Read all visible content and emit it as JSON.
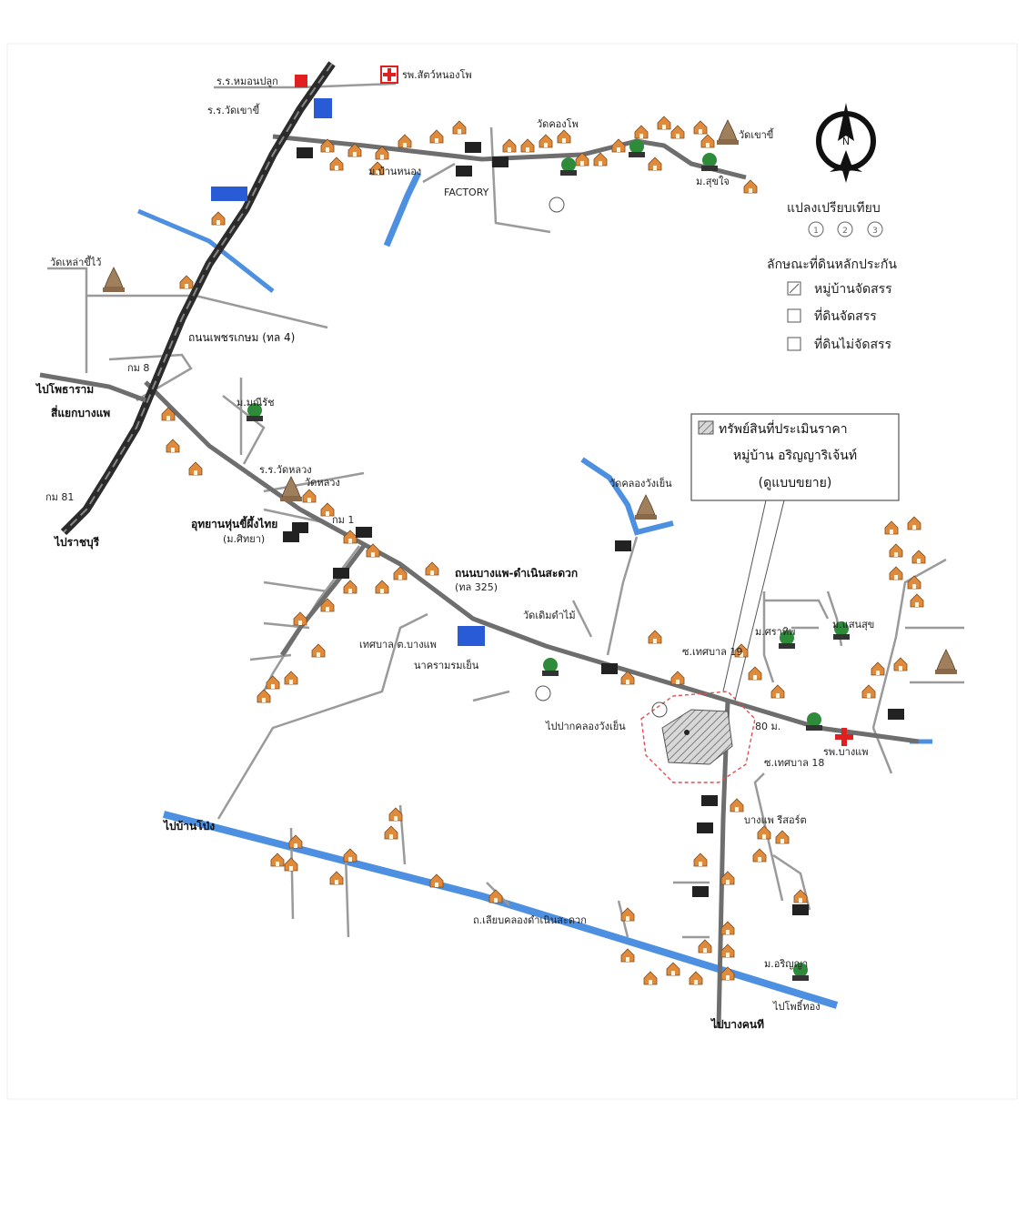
{
  "colors": {
    "road_main": "#2b2b2b",
    "road_secondary": "#6e6e6e",
    "road_minor": "#8c8c8c",
    "river": "#4d8fe0",
    "house": "#e08a3c",
    "temple": "#8a6a4a",
    "tree": "#2e8b3a",
    "hospital": "#e02020",
    "building_blue": "#2a5bd7",
    "subject_hatch": "#777777",
    "subject_boundary": "#e05050"
  },
  "legend": {
    "north_label": "N",
    "compare_title": "แปลงเปรียบเทียบ",
    "compare_markers": [
      "1",
      "2",
      "3"
    ],
    "land_type_title": "ลักษณะที่ดินหลักประกัน",
    "land_types": [
      "หมู่บ้านจัดสรร",
      "ที่ดินจัดสรร",
      "ที่ดินไม่จัดสรร"
    ]
  },
  "callout": {
    "line1": "ทรัพย์สินที่ประเมินราคา",
    "line2": "หมู่บ้าน อริญญาริเจ้นท์",
    "line3": "(ดูแบบขยาย)"
  },
  "labels": {
    "top_school": "ร.ร.หมอนปลูก",
    "clinic_top": "รพ.สัตว์หนองโพ",
    "wat_khao": "ร.ร.วัดเขาขี้",
    "village_ban_nong": "ม.บ้านหนอง",
    "factory": "FACTORY",
    "temple_right": "วัดเขาขี้",
    "village_sutjai": "ม.สุขใจ",
    "wat_top_right": "วัดคองโพ",
    "temple_left": "วัดเหล่าขี้ไว้",
    "to_photharam": "ไปโพธาราม",
    "sinob": "สี่แยกบางแพ",
    "km8": "กม 8",
    "petchkasem": "ถนนเพชรเกษม (ทล 4)",
    "to_ratchaburi": "ไปราชบุรี",
    "km81": "กม 81",
    "wat_luang_school": "ร.ร.วัดหลวง",
    "wat_luang": "วัดหลวง",
    "udyan": "อุทยานหุ่นขี้ผึ้งไทย",
    "udyan_sub": "(ม.ศิทยา)",
    "km1": "กม 1",
    "bangpae_road": "ถนนบางแพ-ดำเนินสะดวก",
    "bangpae_road_sub": "(ทล 325)",
    "wat_klong_wangyen": "วัดคลองวังเย็น",
    "wat_tham": "วัดเดิมดำไม้",
    "municipality": "เทศบาล ต.บางแพ",
    "nakhon_rom_yen": "นาครามรมเย็น",
    "soi_tesaban19": "ซ.เทศบาล 19",
    "soi_tesaban18": "ซ.เทศบาล 18",
    "to_pak_klong": "ไปปากคลองวังเย็น",
    "hospital_bangpae": "รพ.บางแพ",
    "km80": "80 ม.",
    "bangpae_resort": "บางแพ รีสอร์ต",
    "to_ban_pong": "ไปบ้านโป่ง",
    "canal_damnoen": "ถ.เลียบคลองดำเนินสะดวก",
    "village_arinya": "ม.อริญญา",
    "to_bang_khon": "ไปบางคนที",
    "to_pho_thong": "ไปโพธิ์ทอง",
    "mu_ban_srapathum": "ม.ศราทิพ",
    "mu_ban_sansuk": "ม.แสนสุข",
    "mu_ban_manee": "ม.มณีรัช"
  }
}
